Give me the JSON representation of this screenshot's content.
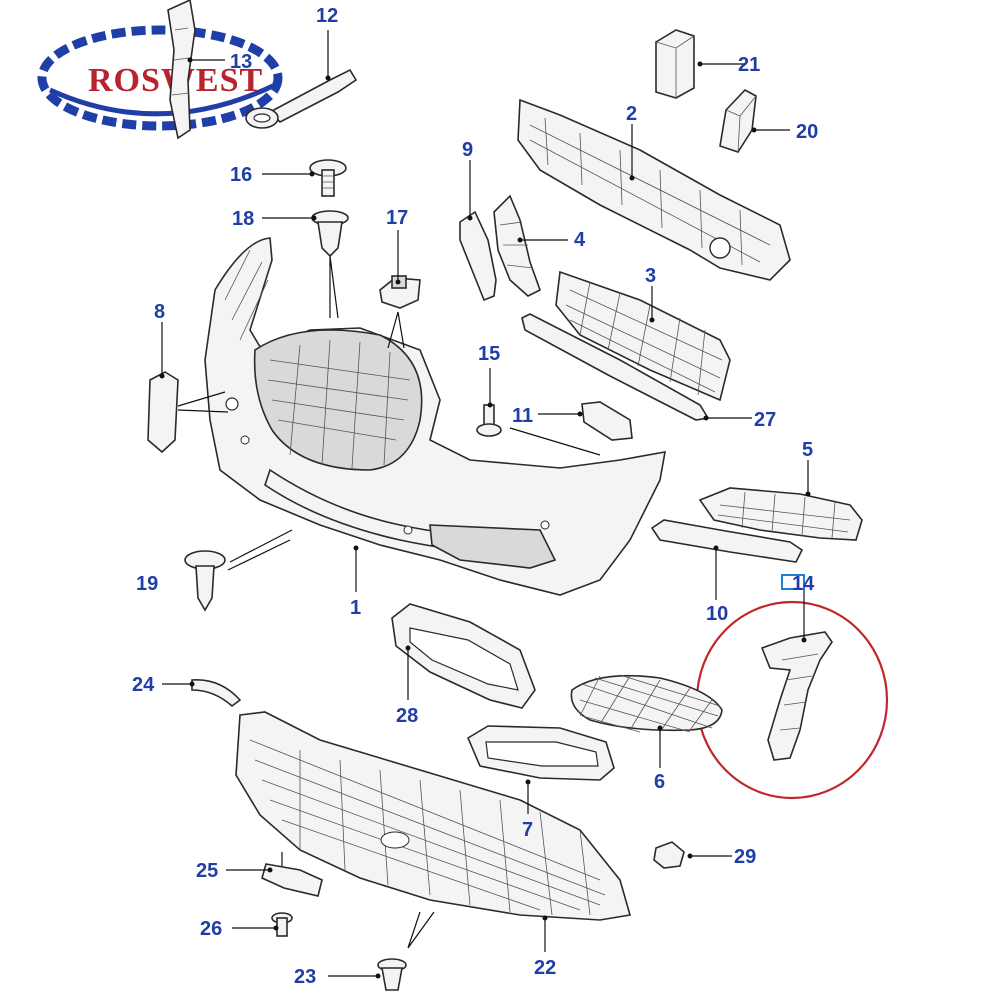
{
  "logo": {
    "text": "ROSWEST"
  },
  "callouts": [
    {
      "id": "c1",
      "label": "1"
    },
    {
      "id": "c2",
      "label": "2"
    },
    {
      "id": "c3",
      "label": "3"
    },
    {
      "id": "c4",
      "label": "4"
    },
    {
      "id": "c5",
      "label": "5"
    },
    {
      "id": "c6",
      "label": "6"
    },
    {
      "id": "c7",
      "label": "7"
    },
    {
      "id": "c8",
      "label": "8"
    },
    {
      "id": "c9",
      "label": "9"
    },
    {
      "id": "c10",
      "label": "10"
    },
    {
      "id": "c11",
      "label": "11"
    },
    {
      "id": "c12",
      "label": "12"
    },
    {
      "id": "c13",
      "label": "13"
    },
    {
      "id": "c14",
      "label": "14"
    },
    {
      "id": "c15",
      "label": "15"
    },
    {
      "id": "c16",
      "label": "16"
    },
    {
      "id": "c17",
      "label": "17"
    },
    {
      "id": "c18",
      "label": "18"
    },
    {
      "id": "c19",
      "label": "19"
    },
    {
      "id": "c20",
      "label": "20"
    },
    {
      "id": "c21",
      "label": "21"
    },
    {
      "id": "c22",
      "label": "22"
    },
    {
      "id": "c23",
      "label": "23"
    },
    {
      "id": "c24",
      "label": "24"
    },
    {
      "id": "c25",
      "label": "25"
    },
    {
      "id": "c26",
      "label": "26"
    },
    {
      "id": "c27",
      "label": "27"
    },
    {
      "id": "c28",
      "label": "28"
    },
    {
      "id": "c29",
      "label": "29"
    }
  ],
  "highlight": {
    "color": "#c0282d",
    "target": "14"
  },
  "colors": {
    "label": "#1f3ea8",
    "logo_red": "#b8232f",
    "logo_blue": "#1f3ea8"
  }
}
